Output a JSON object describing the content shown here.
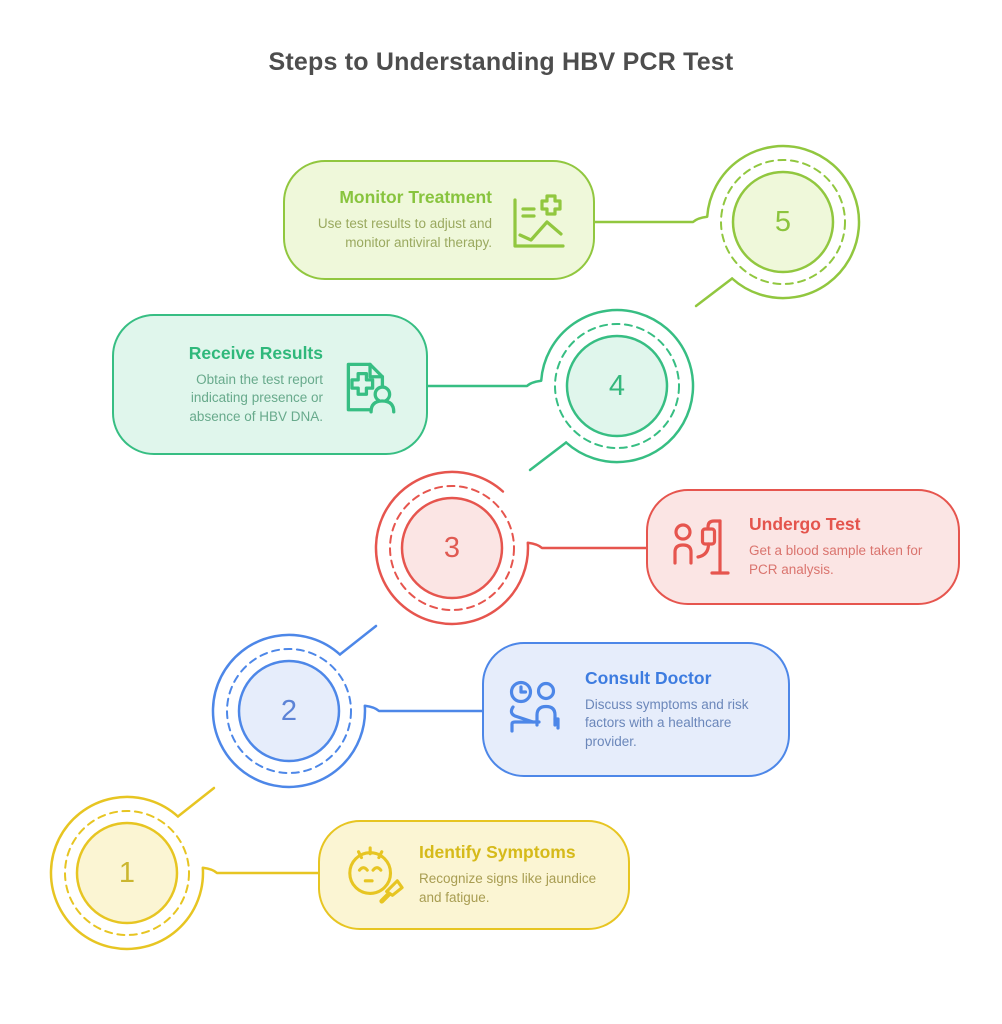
{
  "title": "Steps to Understanding HBV PCR Test",
  "title_color": "#4d4d4d",
  "background_color": "#ffffff",
  "steps": [
    {
      "number": "1",
      "title": "Identify Symptoms",
      "description": "Recognize signs like jaundice and fatigue.",
      "icon": "face-brush-icon",
      "colors": {
        "main": "#e7c522",
        "fill": "#fbf5d3",
        "title": "#d6ba1a",
        "desc": "#a89d52",
        "number": "#cbb62f"
      }
    },
    {
      "number": "2",
      "title": "Consult Doctor",
      "description": "Discuss symptoms and risk factors with a healthcare provider.",
      "icon": "clock-patient-icon",
      "colors": {
        "main": "#4d87e8",
        "fill": "#e6edfb",
        "title": "#3d7ce0",
        "desc": "#6b87ba",
        "number": "#5c83d6"
      }
    },
    {
      "number": "3",
      "title": "Undergo Test",
      "description": "Get a blood sample taken for PCR analysis.",
      "icon": "iv-drip-icon",
      "colors": {
        "main": "#e6554e",
        "fill": "#fbe5e4",
        "title": "#e4544c",
        "desc": "#da746e",
        "number": "#e05a52"
      }
    },
    {
      "number": "4",
      "title": "Receive Results",
      "description": "Obtain the test report indicating presence or absence of HBV DNA.",
      "icon": "report-person-icon",
      "colors": {
        "main": "#37be83",
        "fill": "#e0f6ec",
        "title": "#2fb87b",
        "desc": "#68aa8c",
        "number": "#35b87d"
      }
    },
    {
      "number": "5",
      "title": "Monitor Treatment",
      "description": "Use test results to adjust and monitor antiviral therapy.",
      "icon": "chart-cross-icon",
      "colors": {
        "main": "#91c73f",
        "fill": "#eff8da",
        "title": "#88c43e",
        "desc": "#9aa95f",
        "number": "#8cc43e"
      }
    }
  ]
}
